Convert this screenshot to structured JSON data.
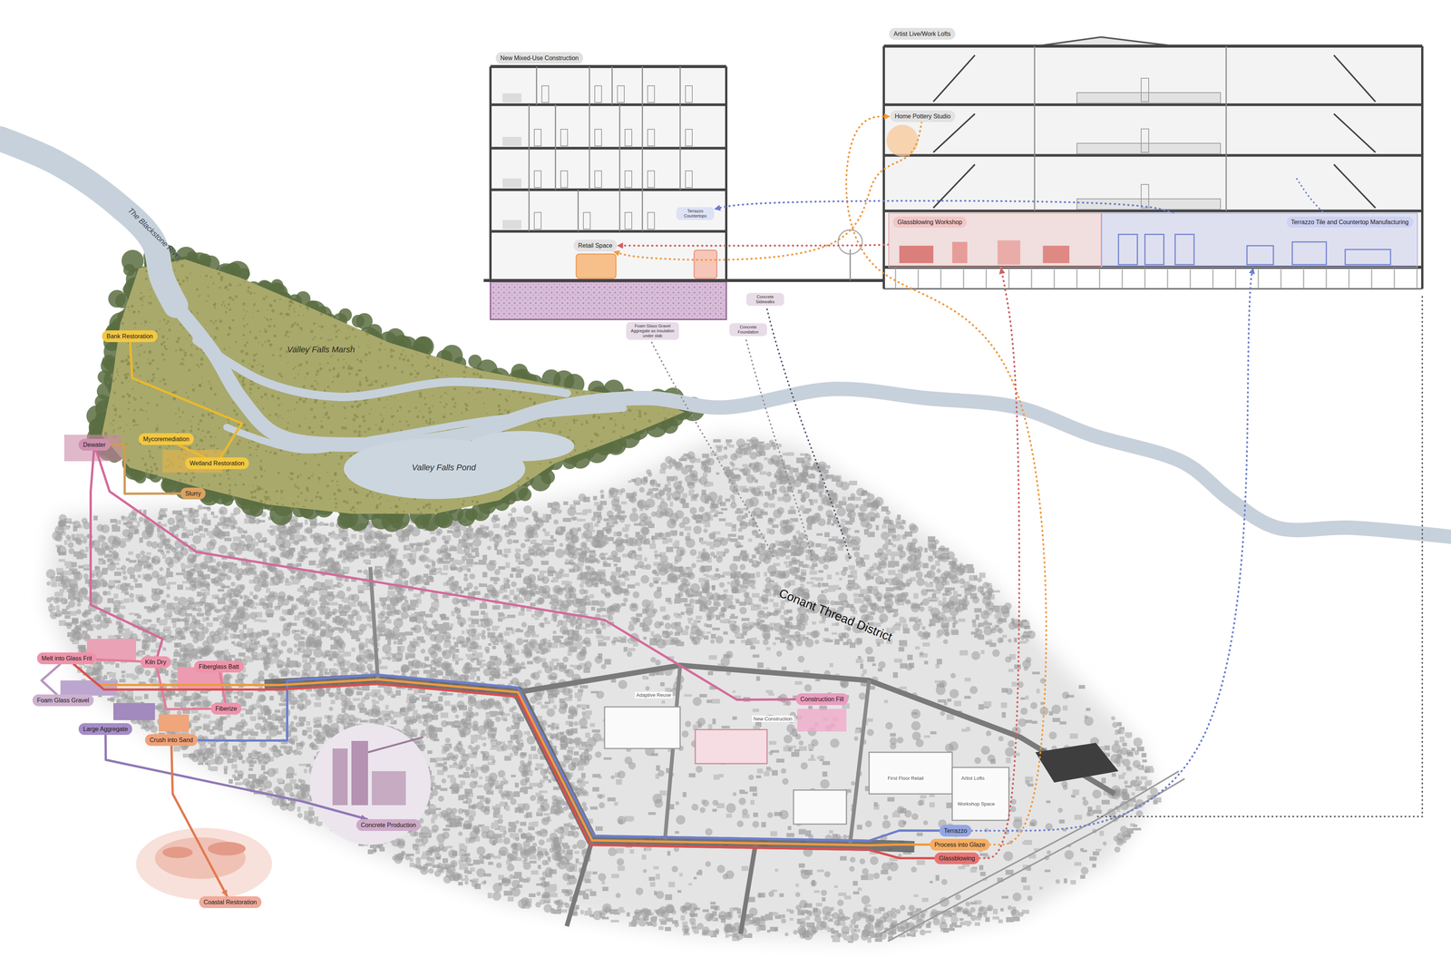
{
  "diagram": {
    "nodes": [
      {
        "text": [
          "New Mixed-Use Construction"
        ]
      },
      {
        "text": [
          "Retail Space"
        ],
        "in": 0
      },
      {
        "text": [
          "Terrazzo Countertops"
        ],
        "in": 0
      },
      {
        "text": [
          "Artist Live/Work Lofts"
        ]
      },
      {
        "text": [
          "Home Pottery Studio"
        ],
        "in": 3
      },
      {
        "text": [
          "Glassblowing Workshop"
        ],
        "in": 3
      },
      {
        "text": [
          "Terrazzo Tile and Countertop Manufacturing"
        ],
        "in": 3
      },
      {
        "text": [
          "Concrete Sidewalks"
        ]
      },
      {
        "text": [
          "Foam Glass Gravel Aggregate as insulation under slab"
        ]
      },
      {
        "text": [
          "Concrete Foundation"
        ]
      },
      {
        "text": [
          "Bank Restoration"
        ]
      },
      {
        "text": [
          "Dewater"
        ]
      },
      {
        "text": [
          "Mycoremediation"
        ]
      },
      {
        "text": [
          "Wetland Restoration"
        ]
      },
      {
        "text": [
          "Slurry"
        ]
      },
      {
        "text": [
          "Melt into Glass Frit"
        ]
      },
      {
        "text": [
          "Kiln Dry"
        ]
      },
      {
        "text": [
          "Fiberglass Batt"
        ]
      },
      {
        "text": [
          "Foam Glass Gravel"
        ]
      },
      {
        "text": [
          "Fiberize"
        ]
      },
      {
        "text": [
          "Large Aggregate"
        ]
      },
      {
        "text": [
          "Crush into Sand"
        ]
      },
      {
        "text": [
          "Concrete Production"
        ]
      },
      {
        "text": [
          "Coastal Restoration"
        ]
      },
      {
        "text": [
          "Construction Fill"
        ]
      },
      {
        "text": [
          "Terrazzo"
        ]
      },
      {
        "text": [
          "Process into Glaze"
        ]
      },
      {
        "text": [
          "Glassblowing"
        ]
      }
    ],
    "edges": [
      {
        "from": 10,
        "to": 13,
        "arrow": "none"
      },
      {
        "from": 12,
        "to": 13,
        "arrow": "none"
      },
      {
        "from": 14,
        "to": 11,
        "arrow": "none"
      },
      {
        "from": 11,
        "to": 16,
        "arrow": "none"
      },
      {
        "from": 11,
        "to": 24,
        "arrow": "none"
      },
      {
        "from": 16,
        "to": 15,
        "arrow": "none"
      },
      {
        "from": 15,
        "to": 18,
        "arrow": "none"
      },
      {
        "from": 16,
        "to": 19,
        "arrow": "none"
      },
      {
        "from": 19,
        "to": 17,
        "arrow": "none"
      },
      {
        "from": 20,
        "to": 22,
        "arrow": "to"
      },
      {
        "from": 21,
        "to": 23,
        "arrow": "to"
      },
      {
        "from": 21,
        "to": 25,
        "arrow": "none"
      },
      {
        "from": 15,
        "to": 26,
        "arrow": "none"
      },
      {
        "from": 15,
        "to": 27,
        "arrow": "none"
      },
      {
        "from": 25,
        "to": 6,
        "arrow": "to"
      },
      {
        "from": 26,
        "to": 4,
        "arrow": "to"
      },
      {
        "from": 27,
        "to": 5,
        "arrow": "to"
      },
      {
        "from": 4,
        "to": 1,
        "arrow": "to"
      },
      {
        "from": 5,
        "to": 1,
        "arrow": "to"
      },
      {
        "from": 6,
        "to": 2,
        "arrow": "to"
      }
    ],
    "labels": [
      "The Blackstone River",
      "Valley Falls Marsh",
      "Valley Falls Pond",
      "Conant Thread District",
      "Adaptive Reuse",
      "New Construction",
      "First Floor Retail",
      "Artist Lofts",
      "Workshop Space"
    ]
  }
}
